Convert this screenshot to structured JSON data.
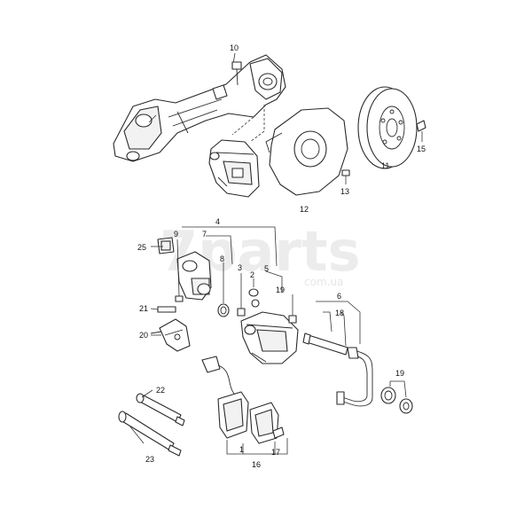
{
  "watermark": {
    "brand": "7parts",
    "domain": "com.ua"
  },
  "callouts": {
    "c10": "10",
    "c15": "15",
    "c11": "11",
    "c13": "13",
    "c12": "12",
    "c4": "4",
    "c9": "9",
    "c7": "7",
    "c25": "25",
    "c8": "8",
    "c3": "3",
    "c2": "2",
    "c5": "5",
    "c19a": "19",
    "c6": "6",
    "c18": "18",
    "c21": "21",
    "c20": "20",
    "c22": "22",
    "c23": "23",
    "c19b": "19",
    "c1": "1",
    "c16": "16",
    "c17": "17"
  },
  "colors": {
    "line": "#2a2a2a",
    "background": "#ffffff",
    "watermark": "#ececec"
  }
}
